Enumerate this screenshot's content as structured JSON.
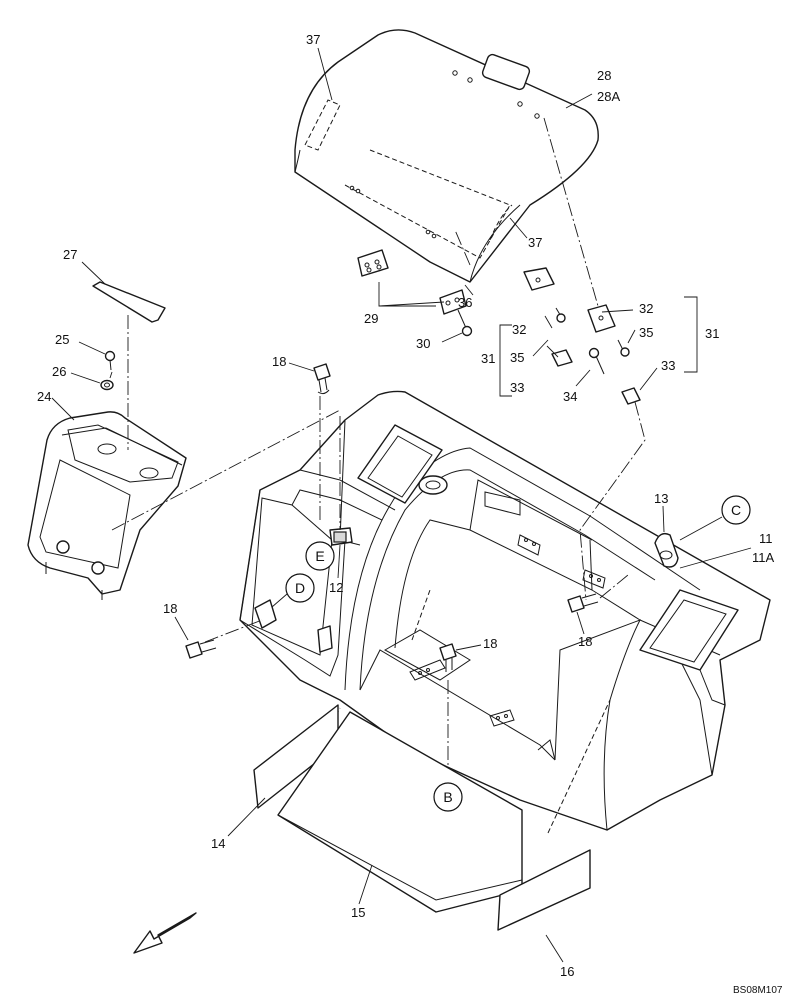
{
  "diagram": {
    "part_labels": {
      "p37a": "37",
      "p28": "28",
      "p28a": "28A",
      "p37b": "37",
      "p27": "27",
      "p29": "29",
      "p36": "36",
      "p30": "30",
      "p32a": "32",
      "p32b": "32",
      "p35a": "35",
      "p35b": "35",
      "p31a": "31",
      "p31b": "31",
      "p33a": "33",
      "p33b": "33",
      "p34": "34",
      "p25": "25",
      "p26": "26",
      "p24": "24",
      "p18a": "18",
      "p18b": "18",
      "p18c": "18",
      "p18d": "18",
      "p13": "13",
      "p11": "11",
      "p11a": "11A",
      "p12": "12",
      "p14": "14",
      "p15": "15",
      "p16": "16"
    },
    "callouts": {
      "c": "C",
      "e": "E",
      "d": "D",
      "b": "B"
    },
    "drawing_code": "BS08M107"
  }
}
